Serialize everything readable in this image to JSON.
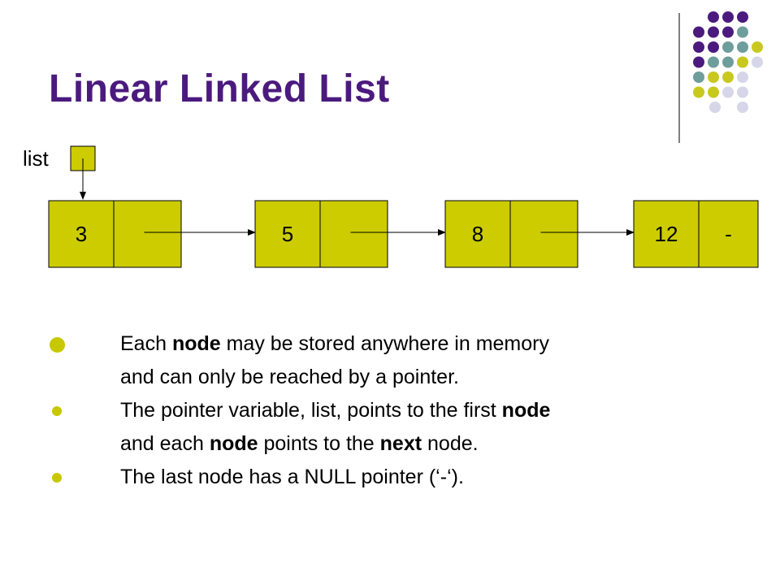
{
  "title": "Linear Linked List",
  "pointer_label": "list",
  "colors": {
    "title": "#4b1a7e",
    "node_fill": "#cccc00",
    "dot_purple": "#4b1a7e",
    "dot_teal": "#6e9e9b",
    "dot_olive": "#c8c81e",
    "dot_lavender": "#d6d6e8"
  },
  "nodes": [
    {
      "value": "3",
      "next": ""
    },
    {
      "value": "5",
      "next": ""
    },
    {
      "value": "8",
      "next": ""
    },
    {
      "value": "12",
      "next": "-"
    }
  ],
  "bullets": [
    {
      "line1": [
        {
          "t": "Each "
        },
        {
          "t": "node",
          "bold": true
        },
        {
          "t": " may be stored anywhere in memory"
        }
      ],
      "line2": [
        {
          "t": "and can only be reached by a pointer."
        }
      ]
    },
    {
      "line1": [
        {
          "t": "The pointer variable, list, points to the first "
        },
        {
          "t": "node",
          "bold": true
        }
      ],
      "line2": [
        {
          "t": "and each "
        },
        {
          "t": "node",
          "bold": true
        },
        {
          "t": " points to the "
        },
        {
          "t": "next",
          "bold": true
        },
        {
          "t": " node."
        }
      ]
    },
    {
      "line1": [
        {
          "t": "The last node has a NULL pointer (‘-‘)."
        }
      ],
      "line2": []
    }
  ]
}
